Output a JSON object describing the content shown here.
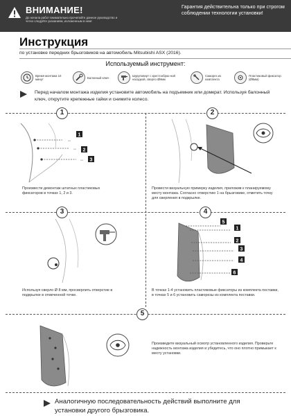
{
  "header": {
    "warning_title": "ВНИМАНИЕ!",
    "warning_subtitle": "До начала работ внимательно прочитайте данное руководство и четко следуйте указаниям, изложенным в нем!",
    "warranty": "Гарантия действительна только при строгом соблюдении технологии установки!"
  },
  "title": "Инструкция",
  "subtitle": "по установке передних брызговиков на автомобиль Mitsubishi ASX (2016).",
  "tools": {
    "heading": "Используемый инструмент:",
    "items": [
      {
        "label": "Время монтажа 10 минут",
        "icon": "clock-icon"
      },
      {
        "label": "Балонный ключ",
        "icon": "wrench-icon"
      },
      {
        "label": "Шуруповерт с крестообраз-ной насадкой, сверло Ø8мм",
        "icon": "drill-icon"
      },
      {
        "label": "Саморез из комплекта",
        "icon": "screw-icon"
      },
      {
        "label": "Пластиковый фиксатор (Ø8мм)",
        "icon": "clip-icon"
      }
    ]
  },
  "intro": "Перед началом монтажа изделия установите автомобиль на подъемник или домкрат. Используя балонный ключ, открутите крепежные гайки и снимите колесо.",
  "steps": [
    {
      "number": "1",
      "markers": [
        "1",
        "2",
        "3"
      ],
      "caption": "Произвести демонтаж штатных пластиковых фиксаторов в точках 1, 2 и 3."
    },
    {
      "number": "2",
      "caption": "Провести визуальную примерку изделия, приложив к планируемому месту монтажа. Согласно отверстию 1 на брызговике, отметить точку для сверления в подкрылке."
    },
    {
      "number": "3",
      "caption": "Используя сверло Ø 8 мм, просверлить отверстие в подкрылке в отмеченной точке."
    },
    {
      "number": "4",
      "markers": [
        "5",
        "1",
        "2",
        "3",
        "4",
        "6"
      ],
      "caption": "В точках 1-4 установить пластиковые фиксаторы из комплекта поставки, в точках 5 и 6 установить саморезы из комплекта поставки."
    },
    {
      "number": "5",
      "caption": "Произведите визуальный осмотр установленного изделия. Проверьте надежность монтажа изделия и убедитесь, что оно плотно примыкает к месту установки."
    }
  ],
  "footer": "Аналогичную последовательность действий выполните для установки другого брызговика.",
  "colors": {
    "header_bg": "#3a3a3a",
    "mudflap": "#8a8a8a",
    "marker_bg": "#222222"
  }
}
